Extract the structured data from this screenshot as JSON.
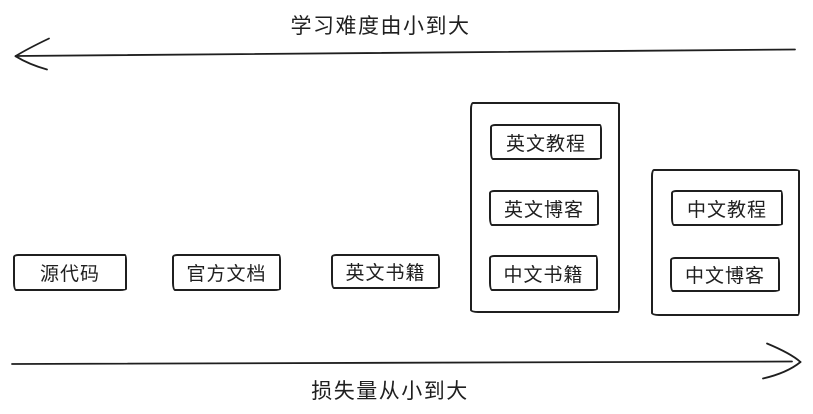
{
  "colors": {
    "background": "#ffffff",
    "stroke": "#1f1f1f",
    "text": "#1f1f1f"
  },
  "diagram": {
    "top_axis": {
      "label": "学习难度由小到大",
      "arrow_direction": "left"
    },
    "bottom_axis": {
      "label": "损失量从小到大",
      "arrow_direction": "right"
    },
    "standalone_boxes": [
      {
        "label": "源代码"
      },
      {
        "label": "官方文档"
      },
      {
        "label": "英文书籍"
      }
    ],
    "groups": [
      {
        "items": [
          {
            "label": "英文教程"
          },
          {
            "label": "英文博客"
          },
          {
            "label": "中文书籍"
          }
        ]
      },
      {
        "items": [
          {
            "label": "中文教程"
          },
          {
            "label": "中文博客"
          }
        ]
      }
    ]
  }
}
